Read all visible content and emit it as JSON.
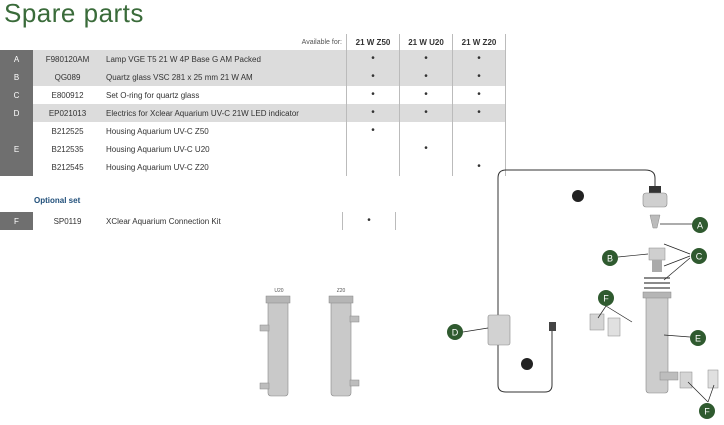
{
  "title": "Spare parts",
  "table": {
    "available_label": "Available for:",
    "columns": [
      "21 W Z50",
      "21 W U20",
      "21 W Z20"
    ],
    "rows": [
      {
        "letter": "A",
        "code": "F980120AM",
        "desc": "Lamp VGE T5 21 W 4P Base G AM Packed",
        "marks": [
          "•",
          "•",
          "•"
        ]
      },
      {
        "letter": "B",
        "code": "QG089",
        "desc": "Quartz glass VSC 281 x 25 mm 21 W AM",
        "marks": [
          "•",
          "•",
          "•"
        ]
      },
      {
        "letter": "C",
        "code": "E800912",
        "desc": "Set O-ring for quartz glass",
        "marks": [
          "•",
          "•",
          "•"
        ]
      },
      {
        "letter": "D",
        "code": "EP021013",
        "desc": "Electrics for Xclear Aquarium UV-C 21W LED indicator",
        "marks": [
          "•",
          "•",
          "•"
        ]
      },
      {
        "letter": "",
        "code": "B212525",
        "desc": "Housing Aquarium UV-C Z50",
        "marks": [
          "•",
          "",
          ""
        ]
      },
      {
        "letter": "E",
        "code": "B212535",
        "desc": "Housing Aquarium UV-C U20",
        "marks": [
          "",
          "•",
          ""
        ]
      },
      {
        "letter": "",
        "code": "B212545",
        "desc": "Housing Aquarium UV-C Z20",
        "marks": [
          "",
          "",
          "•"
        ]
      }
    ]
  },
  "optional": {
    "heading": "Optional set",
    "row": {
      "letter": "F",
      "code": "SP0119",
      "desc": "XClear Aquarium Connection Kit",
      "mark": "•"
    }
  },
  "illustration": {
    "housing_labels": [
      "U20",
      "Z20"
    ],
    "callouts": [
      "A",
      "B",
      "C",
      "D",
      "E",
      "F",
      "F"
    ]
  },
  "colors": {
    "title": "#3a6b3a",
    "callout": "#2f5a2f",
    "letter_cell": "#6f6f6f",
    "shade": "#dcdcdc",
    "heading": "#1f4e79"
  }
}
